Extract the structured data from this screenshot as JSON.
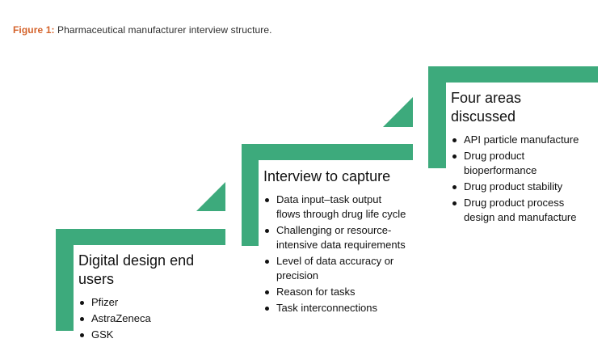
{
  "caption": {
    "label": "Figure 1:",
    "text": "Pharmaceutical manufacturer interview structure."
  },
  "steps": [
    {
      "title_line1": "Digital design end",
      "title_line2": "users",
      "items": [
        "Pfizer",
        "AstraZeneca",
        "GSK"
      ]
    },
    {
      "title_line1": "Interview to capture",
      "items": [
        [
          "Data input–task output",
          "flows through drug life cycle"
        ],
        [
          "Challenging or resource-",
          "intensive data requirements"
        ],
        [
          "Level of data accuracy or",
          "precision"
        ],
        [
          "Reason for tasks"
        ],
        [
          "Task interconnections"
        ]
      ]
    },
    {
      "title_line1": "Four areas",
      "title_line2": "discussed",
      "items": [
        [
          "API particle manufacture"
        ],
        [
          "Drug product",
          "bioperformance"
        ],
        [
          "Drug product stability"
        ],
        [
          "Drug product process",
          "design and manufacture"
        ]
      ]
    }
  ],
  "colors": {
    "accent": "#3daa7c",
    "caption_label": "#d4622a"
  }
}
